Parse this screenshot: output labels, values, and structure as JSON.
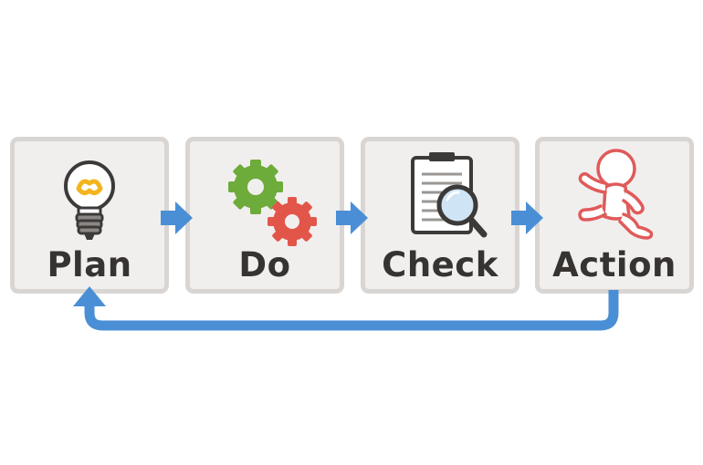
{
  "steps": [
    {
      "label": "Plan",
      "icon": "lightbulb-icon"
    },
    {
      "label": "Do",
      "icon": "gears-icon"
    },
    {
      "label": "Check",
      "icon": "clipboard-magnifier-icon"
    },
    {
      "label": "Action",
      "icon": "running-person-icon"
    }
  ],
  "colors": {
    "card_fill": "#f1efee",
    "card_border": "#d9d5d2",
    "arrow": "#4a8fd6",
    "label_text": "#363331",
    "bulb_glow": "#f3b51d",
    "gear_green": "#6dab3b",
    "gear_red": "#e2564a",
    "runner_outline": "#e05a5a"
  }
}
